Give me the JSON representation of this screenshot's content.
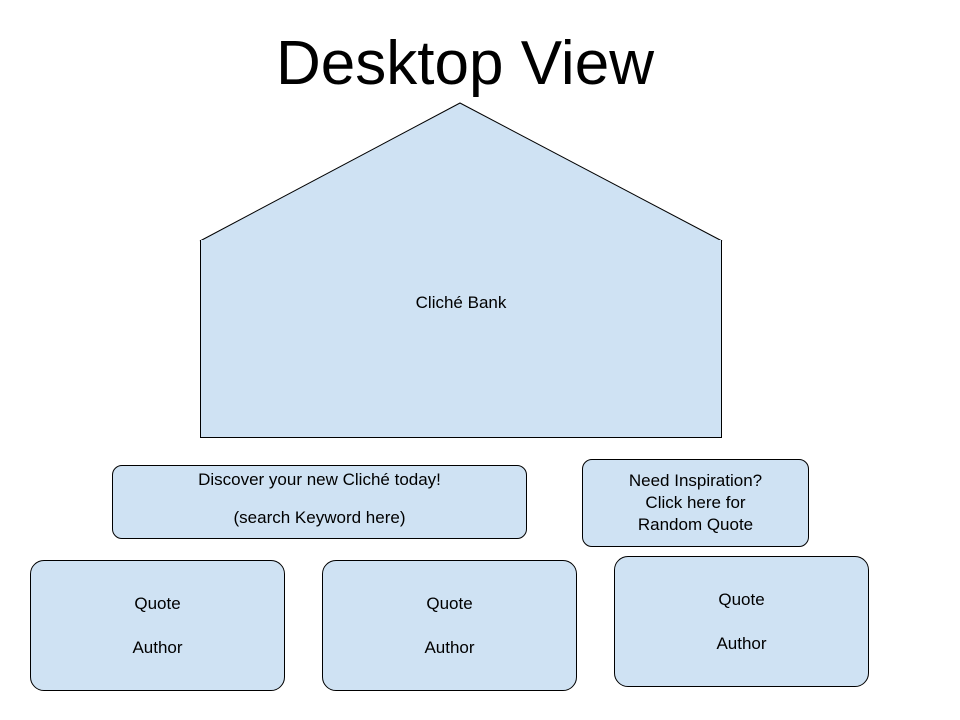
{
  "title": "Desktop View",
  "banner": {
    "label": "Cliché Bank"
  },
  "search": {
    "line1": "Discover your new Cliché today!",
    "line2": "(search Keyword here)"
  },
  "random_quote": {
    "lines": [
      "Need Inspiration?",
      "Click here for",
      "Random Quote"
    ]
  },
  "quote_cards": [
    {
      "quote": "Quote",
      "author": "Author"
    },
    {
      "quote": "Quote",
      "author": "Author"
    },
    {
      "quote": "Quote",
      "author": "Author"
    }
  ],
  "colors": {
    "fill": "#cfe2f3",
    "stroke": "#000000"
  }
}
